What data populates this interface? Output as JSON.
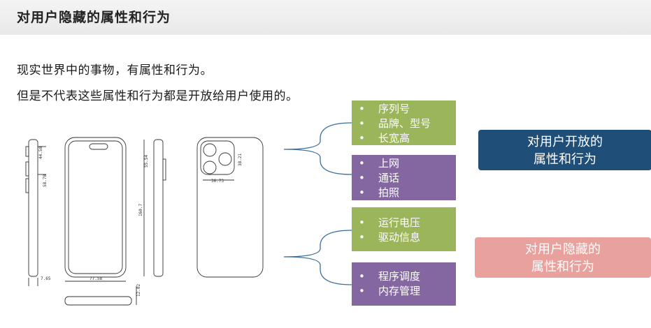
{
  "header": {
    "title": "对用户隐藏的属性和行为"
  },
  "body": {
    "line1": "现实世界中的事物，有属性和行为。",
    "line2": "但是不代表这些属性和行为都是开放给用户使用的。"
  },
  "groups": {
    "open_attrs": [
      "序列号",
      "品牌、型号",
      "长宽高"
    ],
    "open_behaviors": [
      "上网",
      "通话",
      "拍照"
    ],
    "hidden_attrs": [
      "运行电压",
      "驱动信息"
    ],
    "hidden_behaviors": [
      "程序调度",
      "内存管理"
    ]
  },
  "labels": {
    "open_line1": "对用户开放的",
    "open_line2": "属性和行为",
    "hidden_line1": "对用户隐藏的",
    "hidden_line2": "属性和行为"
  },
  "drawing": {
    "dims": [
      "44.58",
      "58.78",
      "7.65",
      "77.58",
      "160.7",
      "55.54",
      "38.21",
      "36.73",
      "12.02"
    ]
  },
  "colors": {
    "green": "#9bb55b",
    "purple": "#8467a1",
    "open_label": "#1f4e79",
    "hidden_label": "#e8a19d"
  }
}
